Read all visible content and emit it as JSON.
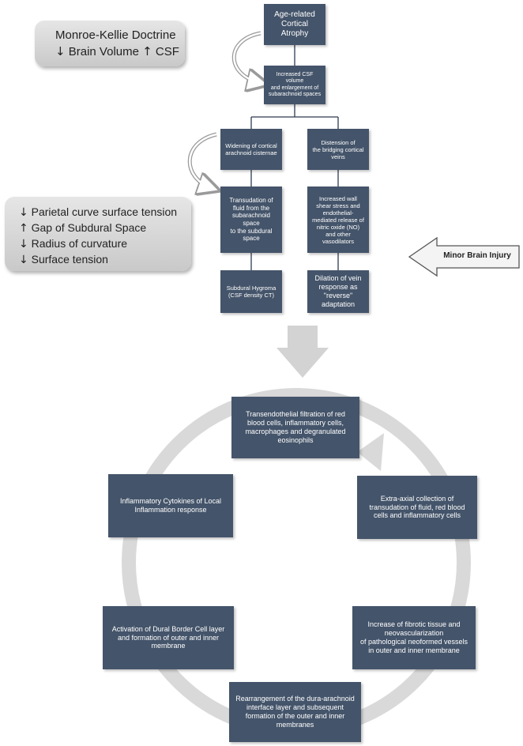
{
  "doctrine": {
    "title": "Monroe-Kellie Doctrine",
    "line2": [
      "↓",
      "Brain Volume",
      "↑",
      "CSF"
    ]
  },
  "tension_box": {
    "items": [
      {
        "arrow": "↓",
        "text": "Parietal curve surface tension"
      },
      {
        "arrow": "↑",
        "text": "Gap of Subdural Space"
      },
      {
        "arrow": "↓",
        "text": "Radius of curvature"
      },
      {
        "arrow": "↓",
        "text": "Surface tension"
      }
    ]
  },
  "flow": {
    "atrophy": "Age-related\nCortical Atrophy",
    "csf_volume": "Increased CSF volume\nand enlargement of\nsubarachnoid spaces",
    "widening": "Widening of cortical\narachnoid cisternae",
    "distension": "Distension of\nthe bridging cortical\nveins",
    "transudation": "Transudation of\nfluid from the\nsubarachnoid space\nto the subdural\nspace",
    "wall_stress": "Increased wall\nshear stress and\nendothelial-\nmediated release of\nnitric oxide (NO)\nand other\nvasodilators",
    "hygroma": "Subdural Hygroma\n(CSF density CT)",
    "dilation": "Dilation of vein\nresponse as\n\"reverse\"\nadaptation"
  },
  "minor_injury": "Minor Brain Injury",
  "cycle": {
    "top": "Transendothelial filtration of red\nblood cells, inflammatory cells,\nmacrophages and degranulated\neosinophils",
    "right_upper": "Extra-axial collection of\ntransudation of fluid, red blood\ncells and inflammatory cells",
    "right_lower": "Increase of fibrotic tissue and\nneovascularization\nof pathological neoformed vessels\nin outer and inner membrane",
    "bottom": "Rearrangement of the dura-arachnoid\ninterface layer and subsequent\nformation of the outer and inner\nmembranes",
    "left_lower": "Activation of Dural Border Cell layer\nand formation of outer and inner\nmembrane",
    "left_upper": "Inflammatory Cytokines of Local\nInflammation response"
  },
  "colors": {
    "box": "#44546a",
    "connector": "#2e3b50",
    "gray_panel": "#d6d6d6",
    "cycle_ring": "#d9d9d9"
  }
}
